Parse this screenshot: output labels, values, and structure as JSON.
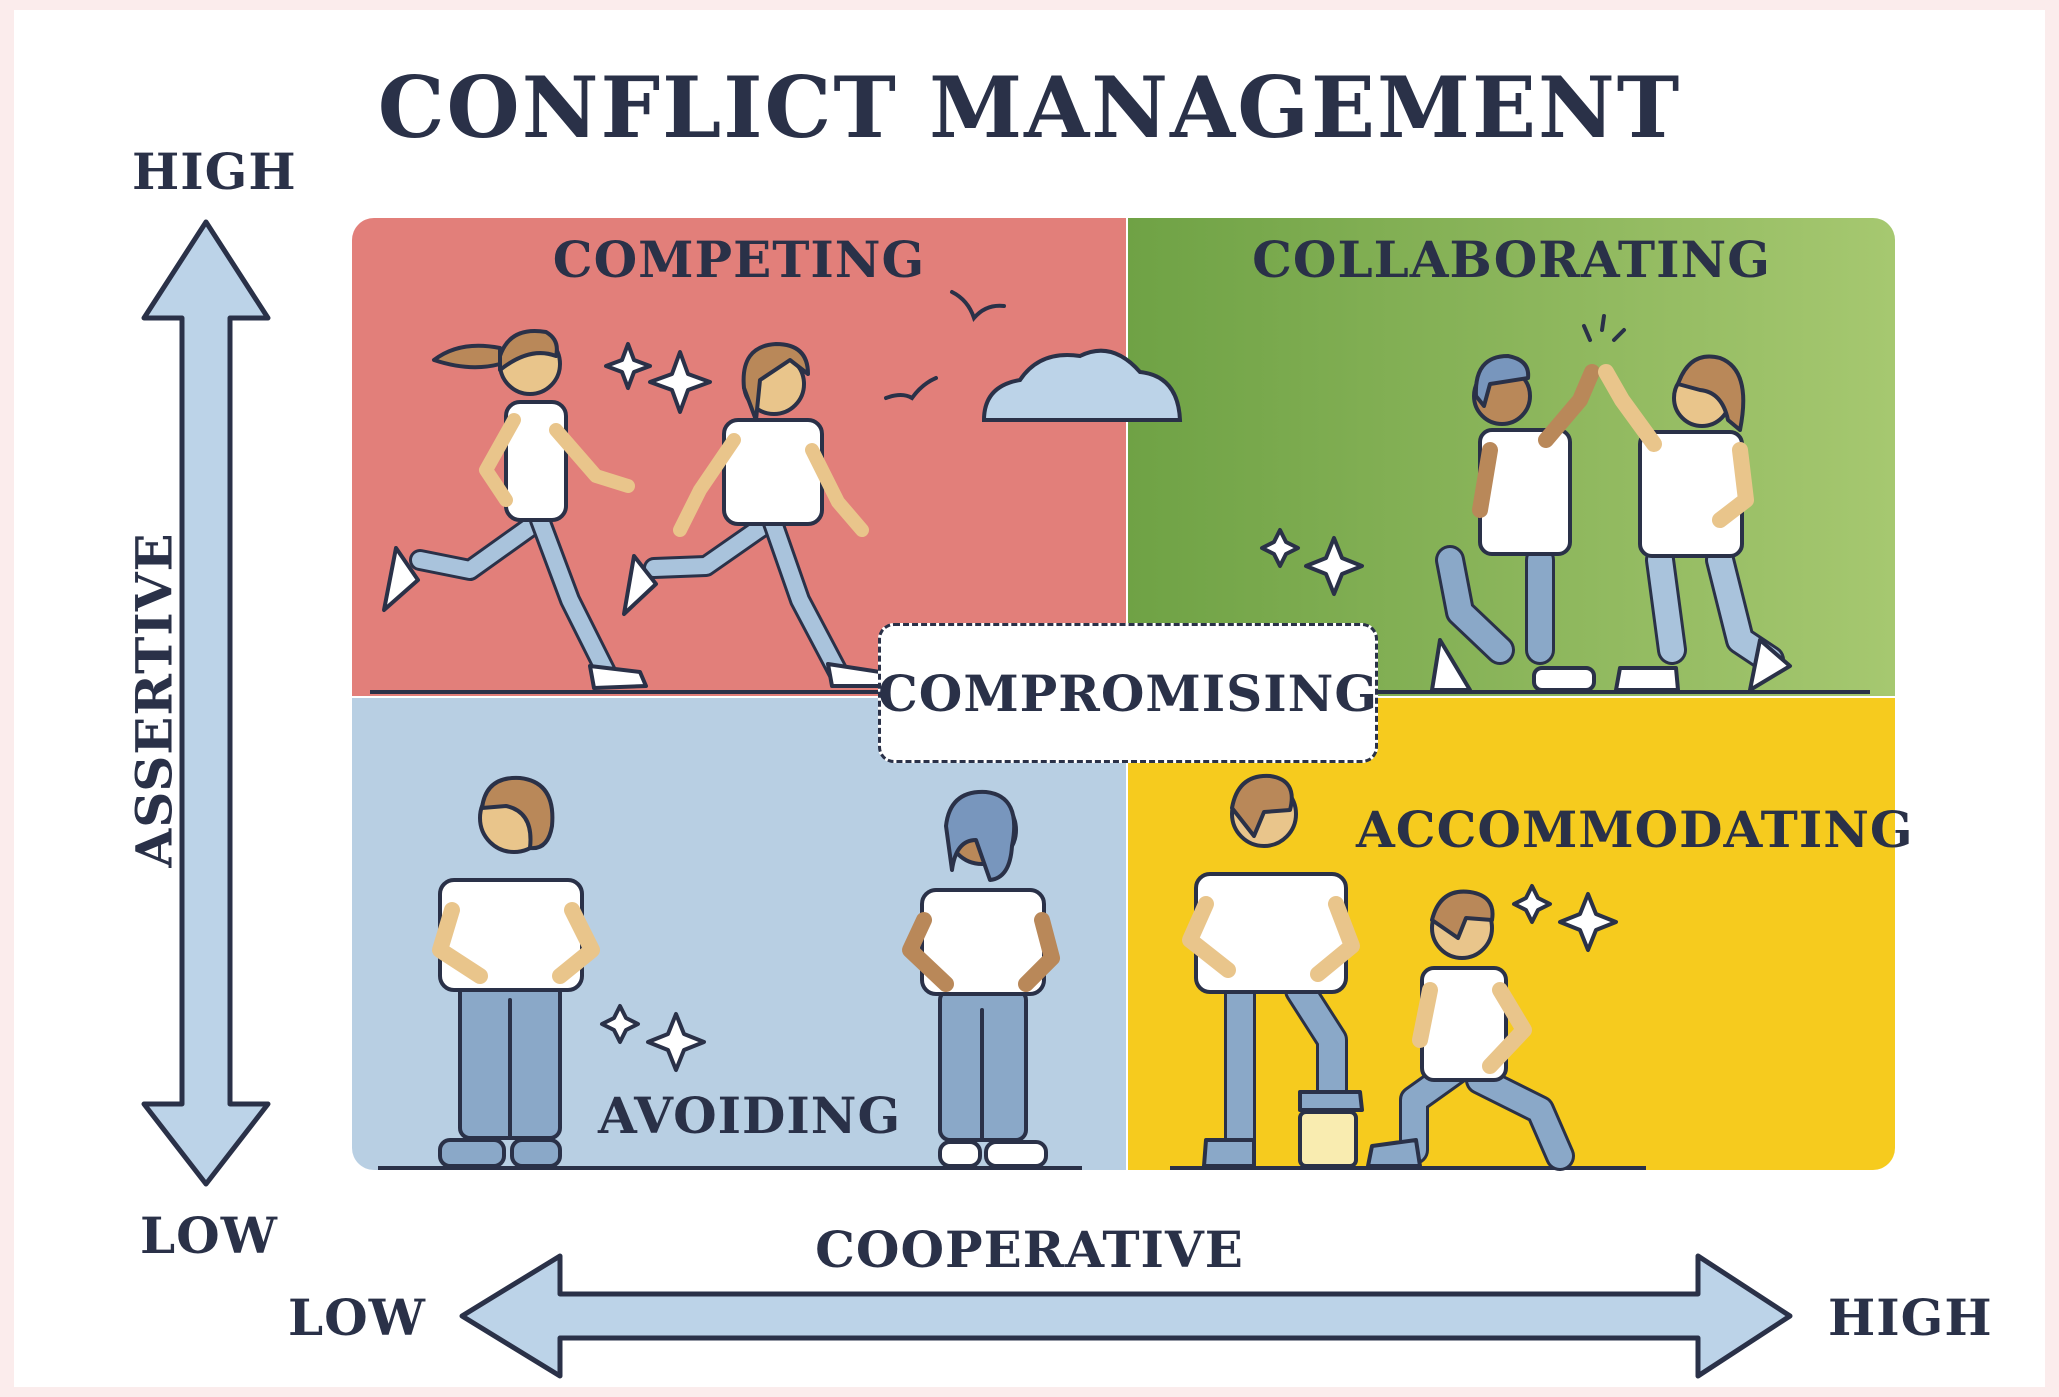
{
  "title": "CONFLICT MANAGEMENT",
  "y_axis": {
    "label": "ASSERTIVE",
    "high": "HIGH",
    "low": "LOW"
  },
  "x_axis": {
    "label": "COOPERATIVE",
    "low": "LOW",
    "high": "HIGH"
  },
  "quadrants": {
    "competing": "COMPETING",
    "collaborating": "COLLABORATING",
    "avoiding": "AVOIDING",
    "accommodating": "ACCOMMODATING"
  },
  "center": "COMPROMISING",
  "colors": {
    "competing": "#e27f7a",
    "collaborating": "#7aab4c",
    "avoiding": "#b8cfe3",
    "accommodating": "#f6cb1e",
    "arrow": "#bcd3e8",
    "ink": "#2a3148"
  }
}
